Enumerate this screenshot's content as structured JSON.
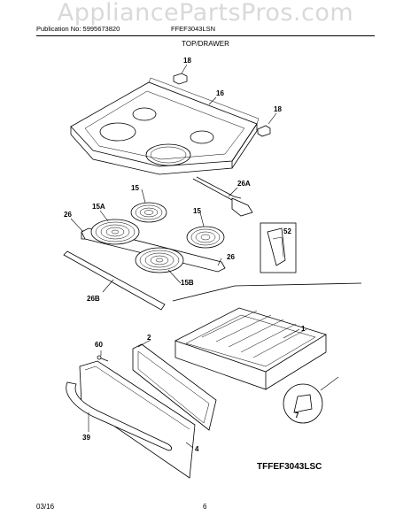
{
  "watermark": "AppliancePartsPros.com",
  "header": {
    "publication": "Publication No: 5995673820",
    "model": "FFEF3043LSN"
  },
  "section_title": "TOP/DRAWER",
  "callouts": {
    "c18a": "18",
    "c16": "16",
    "c18b": "18",
    "c15a": "15",
    "c26A": "26A",
    "c15A": "15A",
    "c26a": "26",
    "c15b": "15",
    "c52": "52",
    "c26b": "26",
    "c15B": "15B",
    "c26B": "26B",
    "c60": "60",
    "c2": "2",
    "c1": "1",
    "c7": "7",
    "c39": "39",
    "c4": "4"
  },
  "model_label": "TFFEF3043LSC",
  "footer": {
    "date": "03/16",
    "page": "6"
  }
}
